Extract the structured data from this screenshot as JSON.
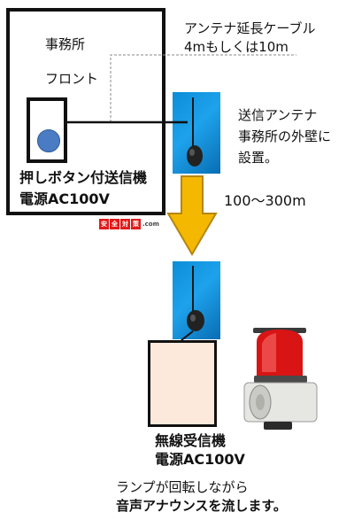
{
  "office": {
    "title": "事務所",
    "front_label": "フロント",
    "transmitter_line1": "押しボタン付送信機",
    "transmitter_line2": "電源AC100V"
  },
  "cable": {
    "line1": "アンテナ延長ケーブル",
    "line2": "4mもしくは10m"
  },
  "antenna": {
    "line1": "送信アンテナ",
    "line2": "事務所の外壁に",
    "line3": "設置。"
  },
  "distance": "100〜300m",
  "receiver": {
    "line1": "無線受信機",
    "line2": "電源AC100V"
  },
  "caption": {
    "line1": "ランプが回転しながら",
    "line2": "音声アナウンスを流します。"
  },
  "logo": {
    "chars": [
      "安",
      "全",
      "対",
      "策"
    ],
    "domain": ".com"
  },
  "colors": {
    "arrow": "#f5b800",
    "arrow_stroke": "#b5860b",
    "button": "#4a7cc4",
    "receiver_fill": "#fde9dc",
    "lamp_red": "#d81414"
  }
}
